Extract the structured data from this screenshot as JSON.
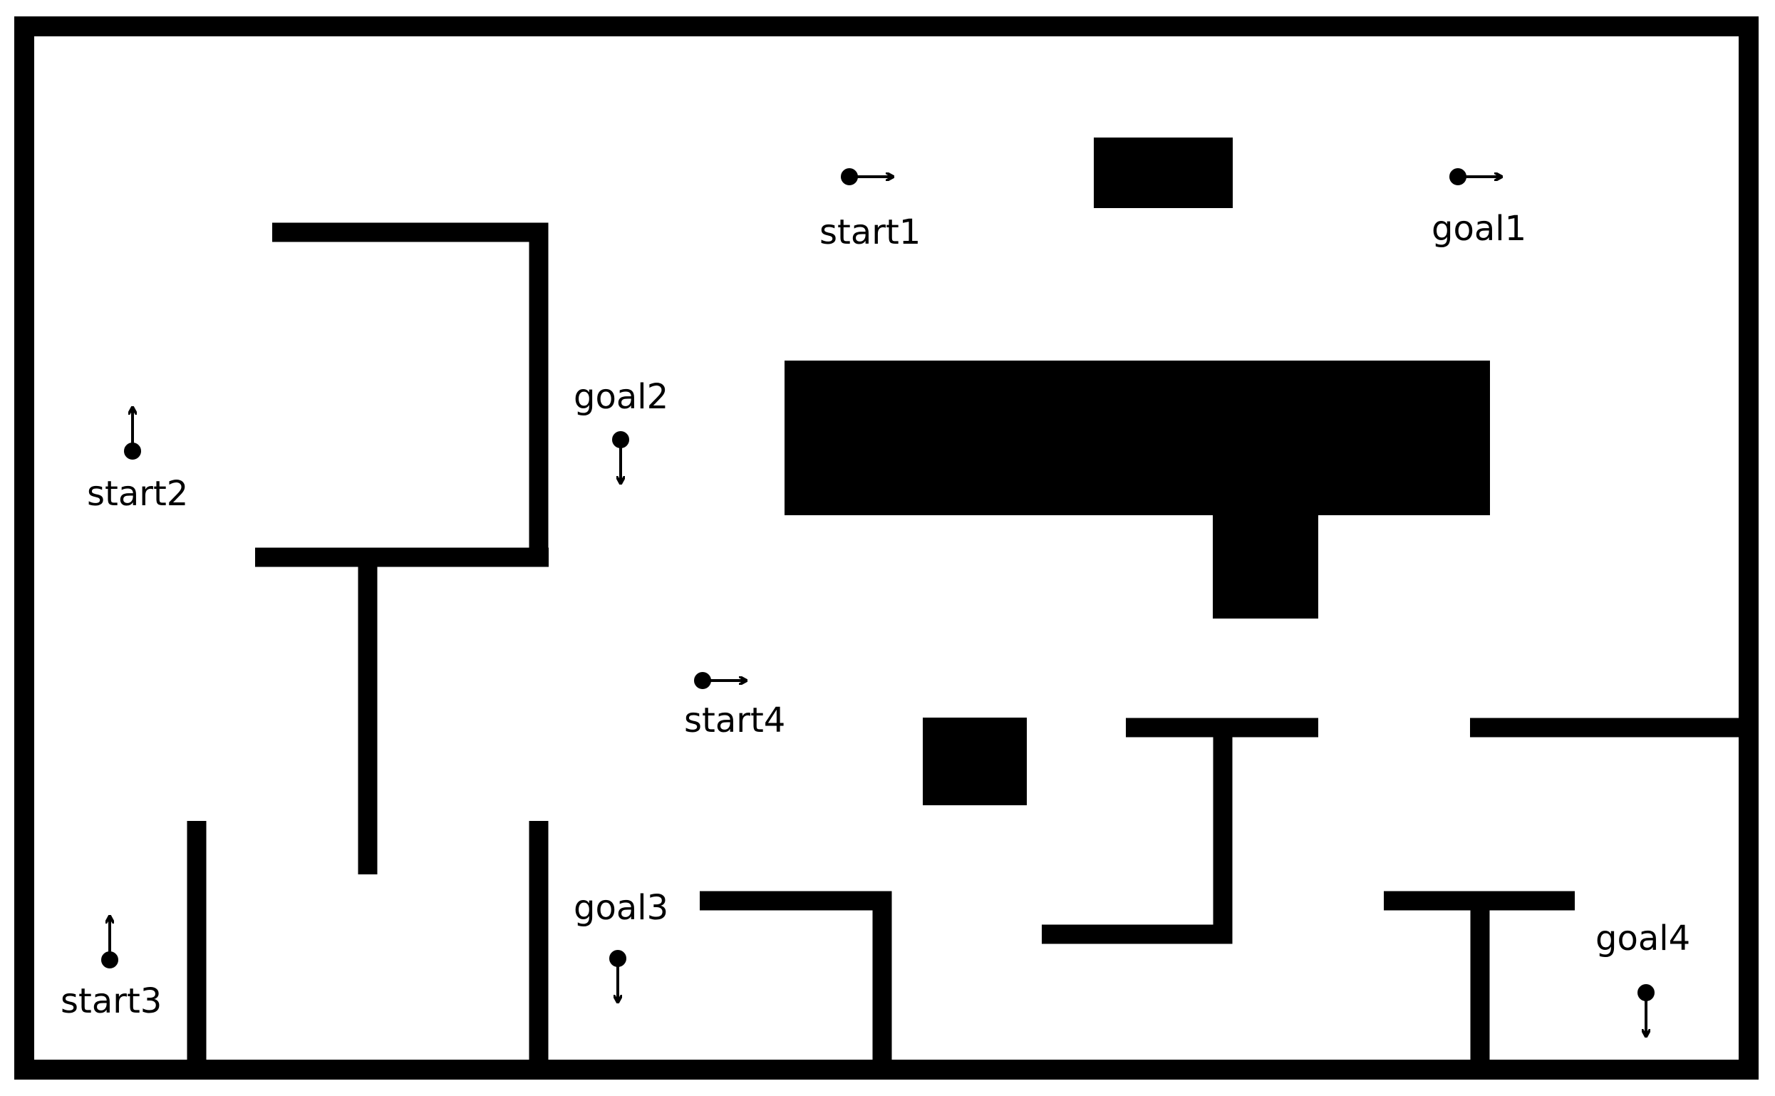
{
  "colors": {
    "wall": "#000000",
    "background": "#ffffff"
  },
  "labels": {
    "start1": "start1",
    "goal1": "goal1",
    "start2": "start2",
    "goal2": "goal2",
    "start3": "start3",
    "goal3": "goal3",
    "start4": "start4",
    "goal4": "goal4"
  },
  "markers": [
    {
      "id": "start1",
      "heading": "right"
    },
    {
      "id": "goal1",
      "heading": "right"
    },
    {
      "id": "start2",
      "heading": "up"
    },
    {
      "id": "goal2",
      "heading": "down"
    },
    {
      "id": "start3",
      "heading": "up"
    },
    {
      "id": "goal3",
      "heading": "down"
    },
    {
      "id": "start4",
      "heading": "right"
    },
    {
      "id": "goal4",
      "heading": "down"
    }
  ]
}
